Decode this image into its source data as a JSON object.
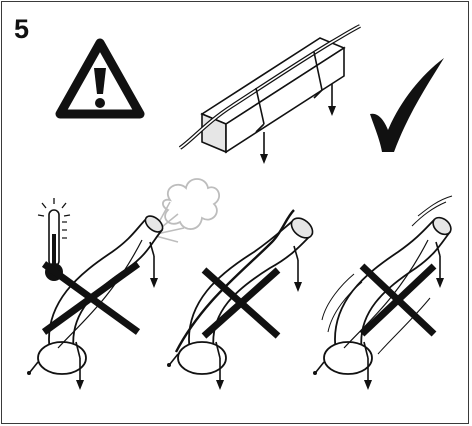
{
  "step": {
    "number": "5"
  },
  "colors": {
    "ink": "#111111",
    "tube": "#ffffff",
    "shade": "#d8d8d8",
    "mark_x": "#111111"
  },
  "illustrations": [
    {
      "name": "warning-icon"
    },
    {
      "name": "square-channel-correct"
    },
    {
      "name": "checkmark-icon"
    },
    {
      "name": "thermometer-icon"
    },
    {
      "name": "steam-puff-icon"
    },
    {
      "name": "tube-wrong-heat"
    },
    {
      "name": "tube-wrong-cable-outside"
    },
    {
      "name": "tube-wrong-vibration"
    }
  ]
}
